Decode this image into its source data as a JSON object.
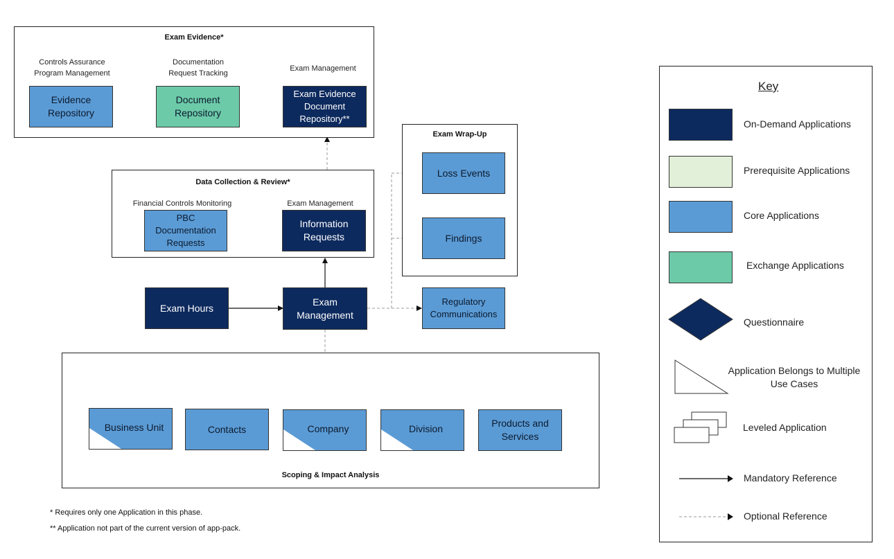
{
  "exam_evidence": {
    "title": "Exam Evidence*",
    "col1_label": "Controls Assurance\nProgram Management",
    "col2_label": "Documentation\nRequest Tracking",
    "col3_label": "Exam Management",
    "evidence_repository": "Evidence\nRepository",
    "document_repository": "Document\nRepository",
    "exam_evidence_doc_repo": "Exam Evidence\nDocument\nRepository**"
  },
  "data_collection": {
    "title": "Data Collection & Review*",
    "col1_label": "Financial Controls Monitoring",
    "col2_label": "Exam Management",
    "pbc_requests": "PBC\nDocumentation\nRequests",
    "information_requests": "Information\nRequests"
  },
  "wrap_up": {
    "title": "Exam Wrap-Up",
    "loss_events": "Loss Events",
    "findings": "Findings"
  },
  "middle": {
    "exam_hours": "Exam Hours",
    "exam_management": "Exam\nManagement",
    "regulatory_communications": "Regulatory\nCommunications"
  },
  "scoping": {
    "title": "Scoping & Impact Analysis",
    "business_unit": "Business Unit",
    "contacts": "Contacts",
    "company": "Company",
    "division": "Division",
    "products_services": "Products and\nServices"
  },
  "footnotes": {
    "note1": "* Requires only one Application in this phase.",
    "note2": "** Application not part of the current version of app-pack."
  },
  "key": {
    "title": "Key",
    "on_demand": "On-Demand Applications",
    "prerequisite": "Prerequisite Applications",
    "core": "Core Applications",
    "exchange": "Exchange Applications",
    "questionnaire": "Questionnaire",
    "multiple_use_cases": "Application Belongs to Multiple\nUse Cases",
    "leveled": "Leveled Application",
    "mandatory": "Mandatory Reference",
    "optional": "Optional Reference"
  },
  "colors": {
    "on_demand": "#0d2a5e",
    "core": "#5b9bd5",
    "exchange": "#6ccaa8",
    "prerequisite": "#e2f0d9"
  }
}
